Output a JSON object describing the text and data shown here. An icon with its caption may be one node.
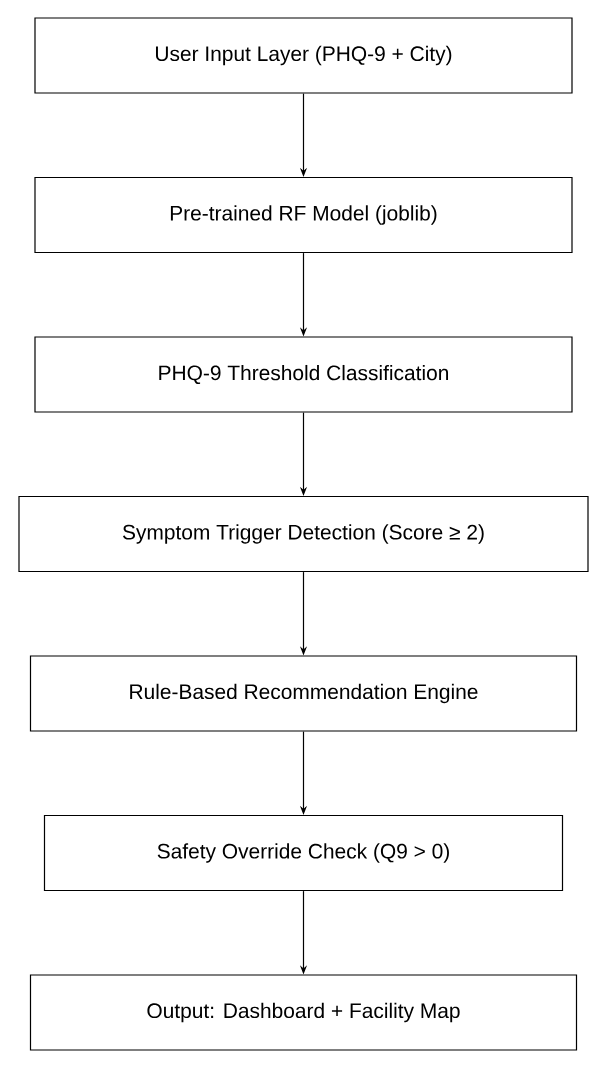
{
  "diagram": {
    "nodes": [
      {
        "text": [
          "User Input Layer (PHQ-9 + City)"
        ]
      },
      {
        "text": [
          "Pre-trained RF Model (joblib)"
        ]
      },
      {
        "text": [
          "PHQ-9 Threshold Classification"
        ]
      },
      {
        "text": [
          "Symptom Trigger Detection (Score ≥ 2)"
        ]
      },
      {
        "text": [
          "Rule-Based Recommendation Engine"
        ]
      },
      {
        "text": [
          "Safety Override Check (Q9 > 0)"
        ]
      },
      {
        "text": [
          "Output: Dashboard + Facility Map"
        ]
      }
    ],
    "edges": [
      {
        "from": 0,
        "to": 1,
        "arrow": "to"
      },
      {
        "from": 1,
        "to": 2,
        "arrow": "to"
      },
      {
        "from": 2,
        "to": 3,
        "arrow": "to"
      },
      {
        "from": 3,
        "to": 4,
        "arrow": "to"
      },
      {
        "from": 4,
        "to": 5,
        "arrow": "to"
      },
      {
        "from": 5,
        "to": 6,
        "arrow": "to"
      }
    ]
  }
}
